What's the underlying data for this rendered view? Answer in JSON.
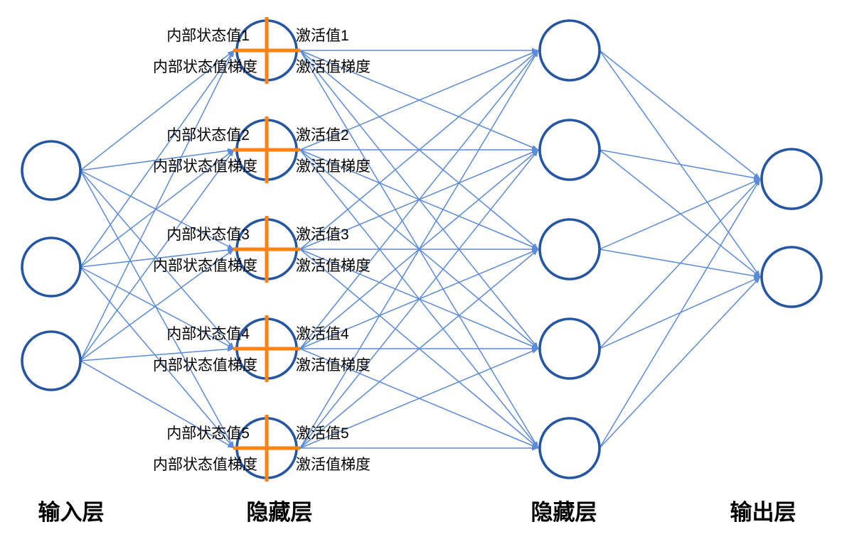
{
  "diagram": {
    "colors": {
      "node_stroke": "#2456A4",
      "edge": "#5B8BD9",
      "cross": "#FF8218",
      "text": "#000000"
    },
    "layers": {
      "input": {
        "label": "输入层",
        "node_count": 3
      },
      "hidden1": {
        "label": "隐藏层",
        "node_count": 5,
        "nodes": [
          {
            "state": "内部状态值1",
            "state_grad": "内部状态值梯度",
            "act": "激活值1",
            "act_grad": "激活值梯度"
          },
          {
            "state": "内部状态值2",
            "state_grad": "内部状态值梯度",
            "act": "激活值2",
            "act_grad": "激活值梯度"
          },
          {
            "state": "内部状态值3",
            "state_grad": "内部状态值梯度",
            "act": "激活值3",
            "act_grad": "激活值梯度"
          },
          {
            "state": "内部状态值4",
            "state_grad": "内部状态值梯度",
            "act": "激活值4",
            "act_grad": "激活值梯度"
          },
          {
            "state": "内部状态值5",
            "state_grad": "内部状态值梯度",
            "act": "激活值5",
            "act_grad": "激活值梯度"
          }
        ]
      },
      "hidden2": {
        "label": "隐藏层",
        "node_count": 5
      },
      "output": {
        "label": "输出层",
        "node_count": 2
      }
    }
  }
}
